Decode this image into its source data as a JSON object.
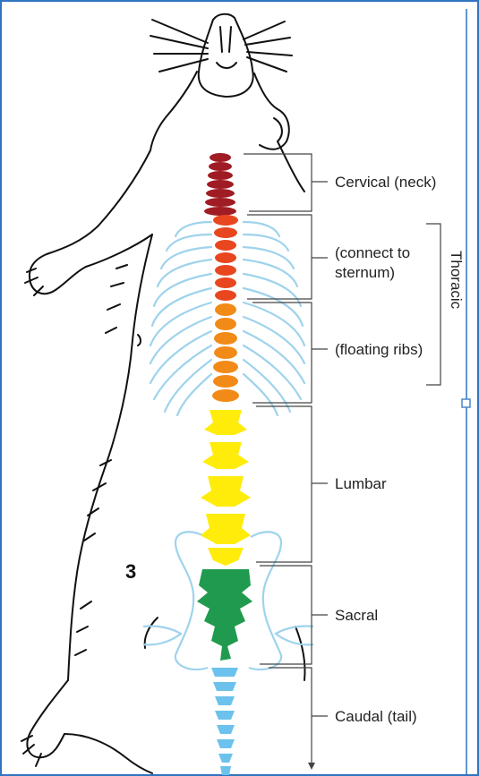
{
  "labels": {
    "cervical": "Cervical (neck)",
    "thoracic": "Thoracic",
    "thoracic_connect_line1": "(connect to",
    "thoracic_connect_line2": "sternum)",
    "thoracic_floating": "(floating ribs)",
    "lumbar": "Lumbar",
    "sacral": "Sacral",
    "caudal": "Caudal (tail)",
    "sketch_number": "3"
  },
  "colors": {
    "cervical": "#a01c24",
    "thoracic_upper": "#e8461f",
    "thoracic_lower": "#f28a17",
    "lumbar": "#ffec0a",
    "sacral": "#1f9a4e",
    "caudal": "#6cc2ec",
    "ribs": "#9fd3ec",
    "frame_border": "#2f74c0",
    "handle": "#4a86c8"
  }
}
